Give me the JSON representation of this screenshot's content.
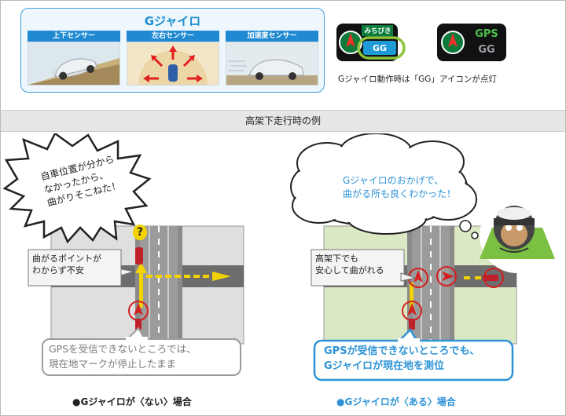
{
  "header": {
    "title": "Gジャイロ",
    "panels": [
      "上下センサー",
      "左右センサー",
      "加速度センサー"
    ],
    "icon_caption": "Gジャイロ動作時は「GG」アイコンが点灯",
    "icon1": {
      "top_label": "みちびき",
      "bottom_label": "GG"
    },
    "icon2": {
      "top_label": "GPS",
      "bottom_label": "GG"
    }
  },
  "band": "高架下走行時の例",
  "left": {
    "speech_lines": [
      "自車位置が分から",
      "なかったから、",
      "曲がりそこねた！"
    ],
    "question_mark": "?",
    "callout_lines": [
      "曲がるポイントが",
      "わからず不安"
    ],
    "note_lines": [
      "GPSを受信できないところでは、",
      "現在地マークが停止したまま"
    ],
    "caption": "●Gジャイロが〈ない〉場合"
  },
  "right": {
    "speech_lines": [
      "Gジャイロのおかげで、",
      "曲がる所も良くわかった！"
    ],
    "callout_lines": [
      "高架下でも",
      "安心して曲がれる"
    ],
    "note_lines": [
      "GPSが受信できないところでも、",
      "Gジャイロが現在地を測位"
    ],
    "caption": "●Gジャイロが〈ある〉場合"
  },
  "colors": {
    "accent_blue": "#2d93d6",
    "arrow_red": "#e02020",
    "arrow_yellow": "#f2d300",
    "gg_green": "#6ab42a"
  }
}
